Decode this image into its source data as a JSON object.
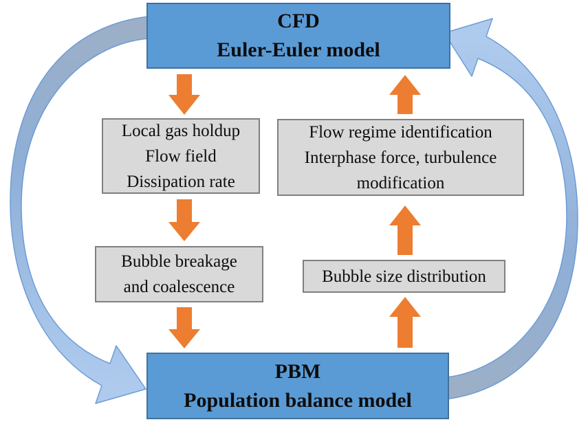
{
  "boxes": {
    "cfd": {
      "lines": [
        "CFD",
        "Euler-Euler model"
      ]
    },
    "pbm": {
      "lines": [
        "PBM",
        "Population balance model"
      ]
    },
    "cfd_outputs": {
      "lines": [
        "Local gas holdup",
        "Flow field",
        "Dissipation rate"
      ]
    },
    "breakage": {
      "lines": [
        "Bubble breakage",
        "and coalescence"
      ]
    },
    "pbm_feedback": {
      "lines": [
        "Flow regime identification",
        "Interphase force, turbulence",
        "modification"
      ]
    },
    "bubble_size": {
      "lines": [
        "Bubble size distribution"
      ]
    }
  },
  "icons": {
    "down_arrows": "orange-block-arrow-down",
    "up_arrows": "orange-block-arrow-up",
    "cycle_arrows": "curved-blue-cycle-arrow"
  },
  "colors": {
    "model_box_fill": "#5B9BD5",
    "model_box_border": "#41719C",
    "info_box_fill": "#D9D9D9",
    "info_box_border": "#7F7F7F",
    "straight_arrow": "#ED7D31",
    "cycle_arrow_tail": "#9DAFC5",
    "cycle_arrow_mid": "#8FAFD8",
    "cycle_arrow_head": "#AECBEE",
    "cycle_arrow_stroke": "#6D9CD4",
    "text": "#0D0D0D",
    "background": "#FFFFFF"
  }
}
